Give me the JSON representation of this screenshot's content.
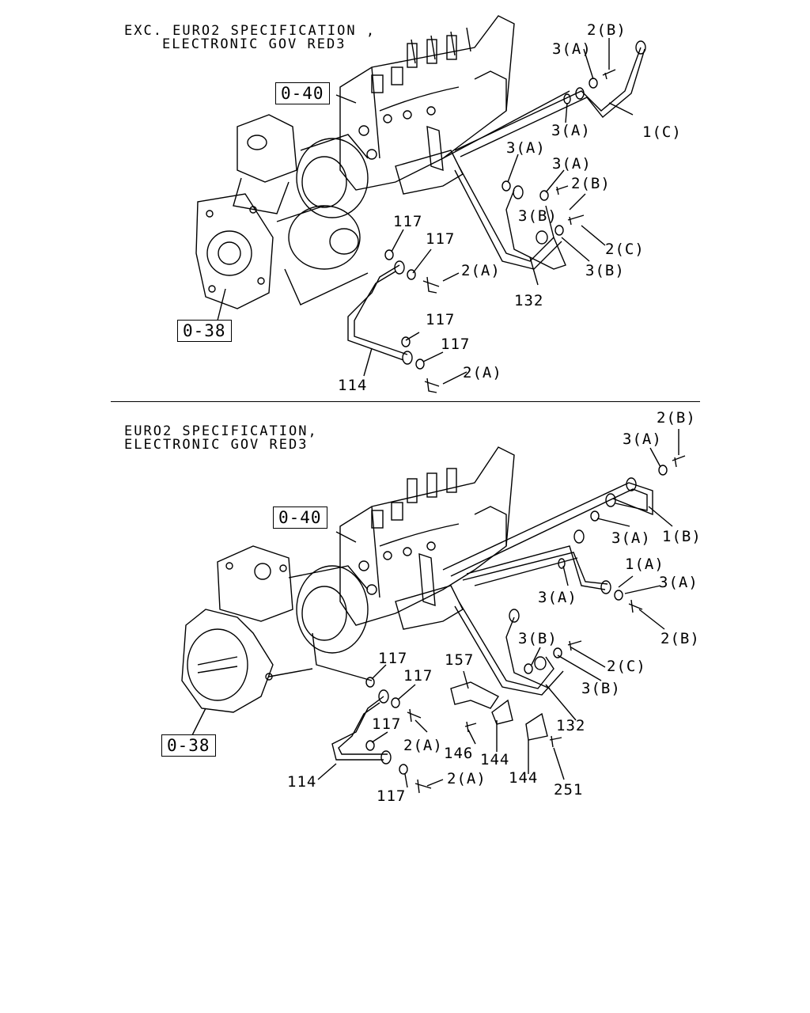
{
  "upper_section": {
    "header_line1": "EXC. EURO2 SPECIFICATION ,",
    "header_line2": "ELECTRONIC GOV RED3",
    "ref_boxes": [
      "0-40",
      "0-38"
    ],
    "callouts": {
      "c1": "2(B)",
      "c2": "3(A)",
      "c3": "3(A)",
      "c4": "1(C)",
      "c5": "3(A)",
      "c6": "3(A)",
      "c7": "2(B)",
      "c8": "3(B)",
      "c9": "2(C)",
      "c10": "3(B)",
      "c11": "132",
      "c12": "117",
      "c13": "117",
      "c14": "2(A)",
      "c15": "117",
      "c16": "117",
      "c17": "2(A)",
      "c18": "114"
    }
  },
  "lower_section": {
    "header_line1": "EURO2 SPECIFICATION,",
    "header_line2": "ELECTRONIC GOV RED3",
    "ref_boxes": [
      "0-40",
      "0-38"
    ],
    "callouts": {
      "c1": "2(B)",
      "c2": "3(A)",
      "c3": "3(A)",
      "c4": "1(B)",
      "c5": "1(A)",
      "c6": "3(A)",
      "c7": "3(A)",
      "c8": "2(B)",
      "c9": "3(B)",
      "c10": "2(C)",
      "c11": "3(B)",
      "c12": "132",
      "c13": "157",
      "c14": "117",
      "c15": "117",
      "c16": "117",
      "c17": "2(A)",
      "c18": "146",
      "c19": "144",
      "c20": "144",
      "c21": "251",
      "c22": "114",
      "c23": "117",
      "c24": "2(A)"
    }
  }
}
